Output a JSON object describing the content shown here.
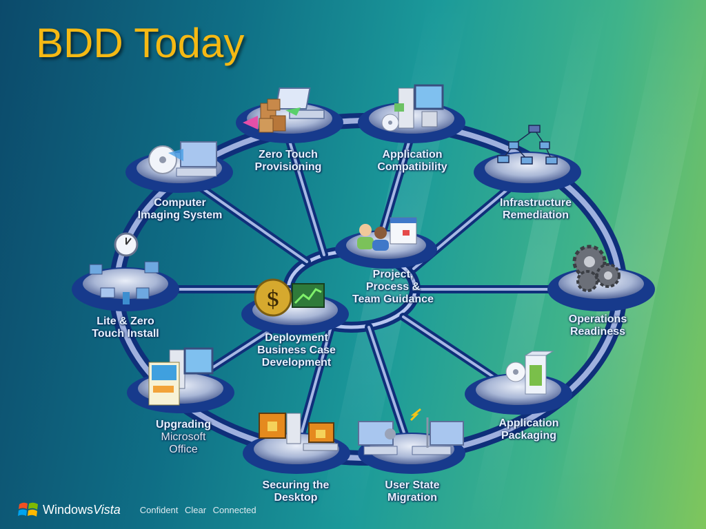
{
  "slide": {
    "title": "BDD Today"
  },
  "hub": {
    "line1": "Project,",
    "line2": "Process &",
    "line3": "Team Guidance"
  },
  "center": {
    "line1": "Deployment",
    "line2": "Business Case",
    "line3": "Development"
  },
  "nodes": [
    {
      "id": "zero-touch",
      "line1": "Zero Touch",
      "line2": "Provisioning",
      "icon": "laptop-boxes-icon"
    },
    {
      "id": "app-compat",
      "line1": "Application",
      "line2": "Compatibility",
      "icon": "desktop-disc-icon"
    },
    {
      "id": "infra",
      "line1": "Infrastructure",
      "line2": "Remediation",
      "icon": "network-icon"
    },
    {
      "id": "ops",
      "line1": "Operations",
      "line2": "Readiness",
      "icon": "gears-icon"
    },
    {
      "id": "app-pack",
      "line1": "Application",
      "line2": "Packaging",
      "icon": "software-box-icon"
    },
    {
      "id": "user-state",
      "line1": "User State",
      "line2": "Migration",
      "icon": "laptops-transfer-icon"
    },
    {
      "id": "securing",
      "line1": "Securing the",
      "line2": "Desktop",
      "icon": "lock-computers-icon"
    },
    {
      "id": "upgrading",
      "line1": "Upgrading",
      "line2": "Microsoft",
      "line3": "Office",
      "icon": "office-box-icon"
    },
    {
      "id": "lite-zero",
      "line1": "Lite & Zero",
      "line2": "Touch Install",
      "icon": "clock-network-icon"
    },
    {
      "id": "imaging",
      "line1": "Computer",
      "line2": "Imaging System",
      "icon": "disc-laptop-icon"
    }
  ],
  "footer": {
    "brand": "Windows",
    "brand_accent": "Vista",
    "tagline": "Confident  Clear  Connected"
  },
  "colors": {
    "title": "#f5b914",
    "ring": "#b8c7f0",
    "pod": "#173a8c",
    "accent_green": "#7fc65c"
  }
}
